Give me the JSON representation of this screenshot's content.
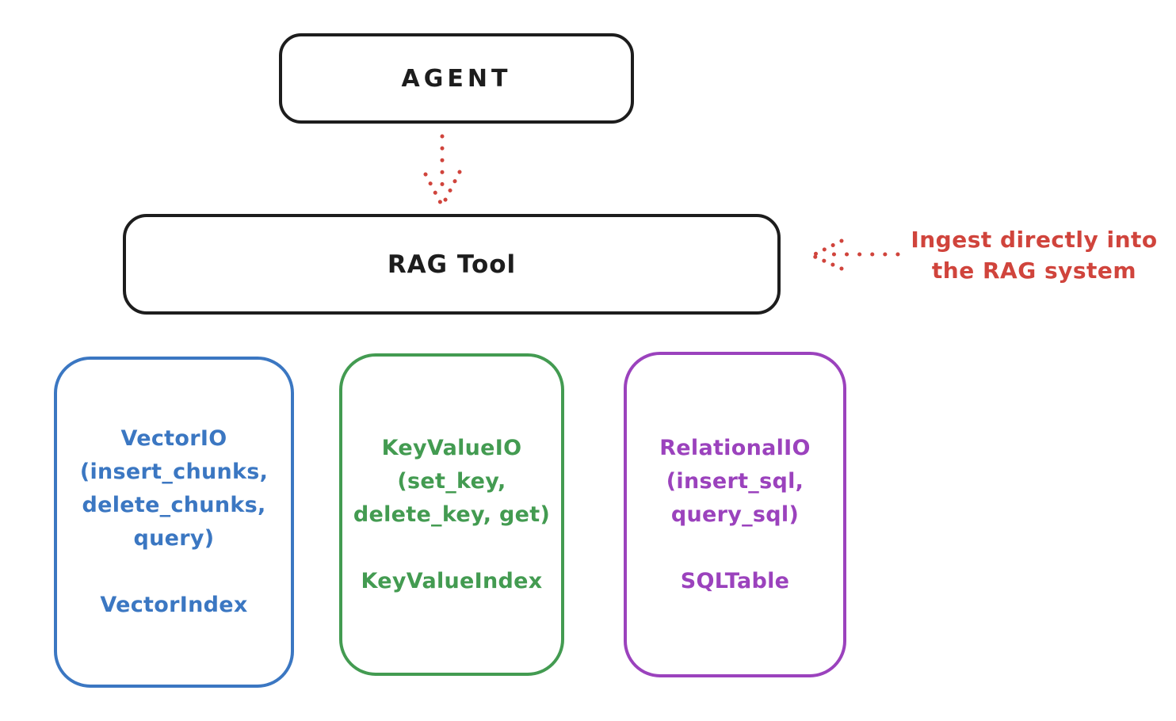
{
  "title": "RAG Tool architecture diagram",
  "colors": {
    "background": "#ffffff",
    "stroke_black": "#1d1d1d",
    "red": "#d0443c",
    "blue": "#3b77c2",
    "green": "#439b51",
    "purple": "#9b42bd"
  },
  "agent_box": {
    "label": "AGENT"
  },
  "rag_tool_box": {
    "label": "RAG Tool"
  },
  "annotation": {
    "line1": "Ingest directly into",
    "line2": "the RAG system"
  },
  "io_boxes": [
    {
      "name": "vector-io",
      "color": "#3b77c2",
      "lines": [
        "VectorIO",
        "(insert_chunks,",
        "delete_chunks,",
        "query)",
        "",
        "VectorIndex"
      ]
    },
    {
      "name": "keyvalue-io",
      "color": "#439b51",
      "lines": [
        "KeyValueIO",
        "(set_key,",
        "delete_key, get)",
        "",
        "KeyValueIndex"
      ]
    },
    {
      "name": "relational-io",
      "color": "#9b42bd",
      "lines": [
        "RelationalIO",
        "(insert_sql,",
        "query_sql)",
        "",
        "SQLTable"
      ]
    }
  ],
  "arrows": [
    {
      "name": "agent-to-rag-tool",
      "style": "dotted",
      "color": "#d0443c",
      "direction": "down"
    },
    {
      "name": "annotation-to-rag-tool",
      "style": "dotted",
      "color": "#d0443c",
      "direction": "left"
    }
  ]
}
